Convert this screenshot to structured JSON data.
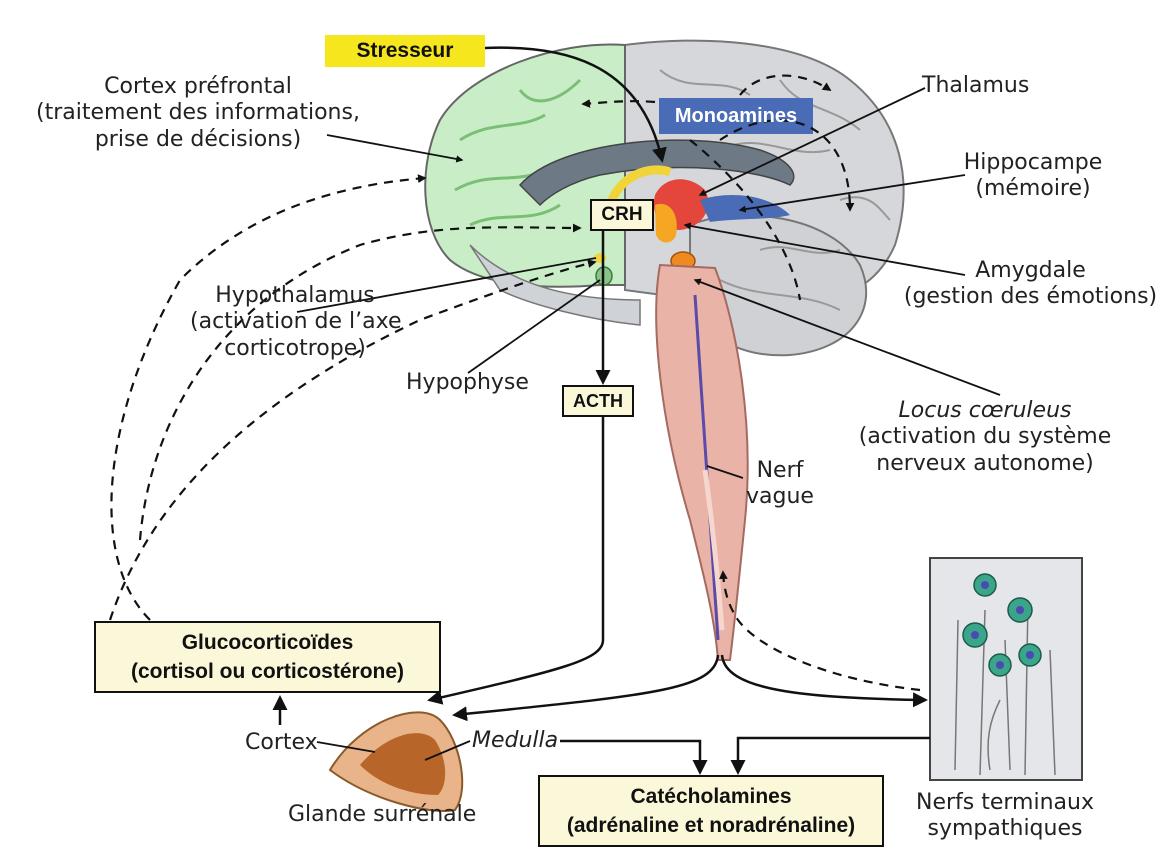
{
  "labels": {
    "stresseur": "Stresseur",
    "monoamines": "Monoamines",
    "crh": "CRH",
    "acth": "ACTH",
    "cortex_prefrontal": [
      "Cortex préfrontal",
      "(traitement des informations,",
      "prise de décisions)"
    ],
    "thalamus": "Thalamus",
    "hippocampe": [
      "Hippocampe",
      "(mémoire)"
    ],
    "amygdale": [
      "Amygdale",
      "(gestion des émotions)"
    ],
    "hypothalamus": [
      "Hypothalamus",
      "(activation de l’axe",
      "corticotrope)"
    ],
    "hypophyse": "Hypophyse",
    "locus_title": "Locus cœruleus",
    "locus_sub": [
      "(activation du système",
      "nerveux autonome)"
    ],
    "nerf_vague": [
      "Nerf",
      "vague"
    ],
    "glucocorticoides": [
      "Glucocorticoïdes",
      "(cortisol ou corticostérone)"
    ],
    "cortex": "Cortex",
    "medulla": "Medulla",
    "glande": "Glande surrénale",
    "catecholamines": [
      "Catécholamines",
      "(adrénaline et noradrénaline)"
    ],
    "nerfs_terminaux": [
      "Nerfs terminaux",
      "sympathiques"
    ]
  },
  "colors": {
    "stresseur_bg": "#f6e61e",
    "monoamines_bg": "#4a6bb5",
    "box_bg": "#fbf7d9",
    "prefrontal": "#c9eec7",
    "brain_gray": "#d5d7da",
    "brainstem": "#e9b3a8",
    "neuron": "#3aa58a"
  }
}
